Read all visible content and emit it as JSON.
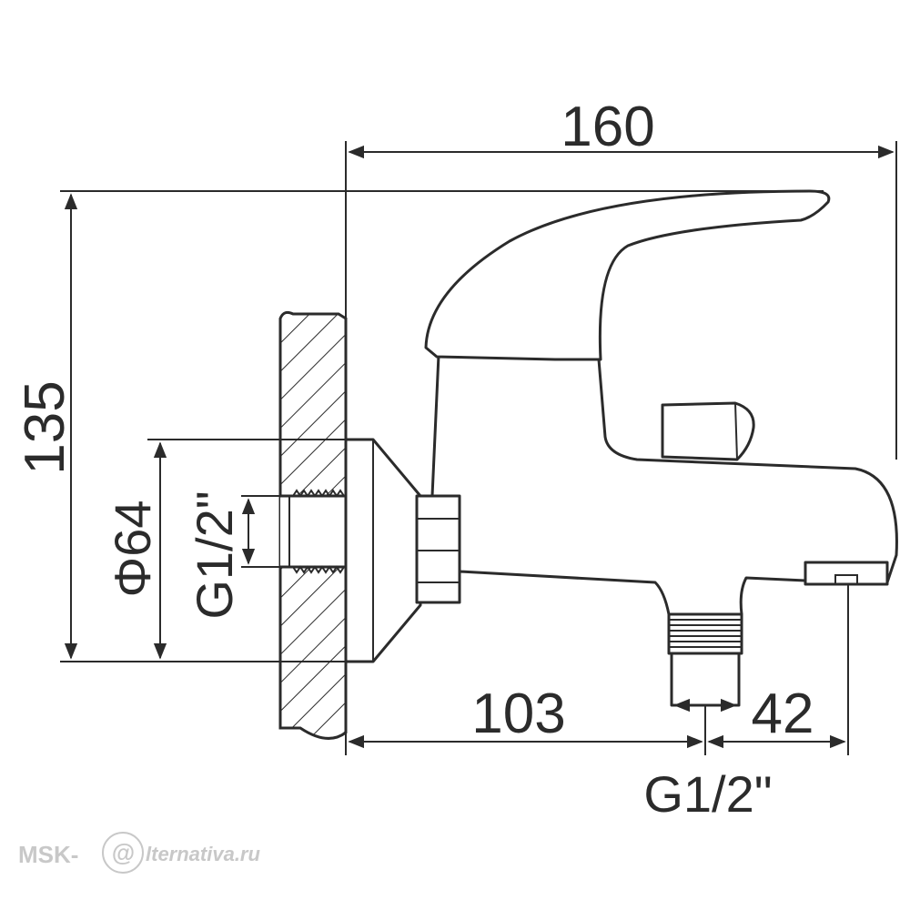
{
  "dimensions": {
    "overall_width": "160",
    "overall_height": "135",
    "flange_diameter": "Φ64",
    "wall_thread": "G1/2\"",
    "spout_offset": "103",
    "outlet_offset": "42",
    "bottom_thread": "G1/2\""
  },
  "watermark": {
    "left": "MSK-",
    "mark": "@",
    "right": "lternativa.ru"
  },
  "colors": {
    "line": "#2b2b2b",
    "watermark": "#c8c8c8"
  }
}
